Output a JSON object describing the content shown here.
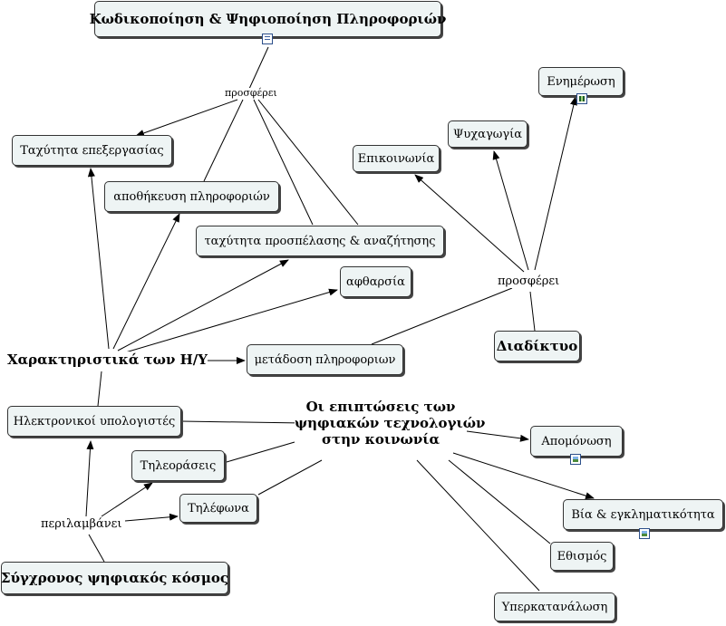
{
  "nodes": {
    "kodikopoiisi": "Κωδικοποίηση & Ψηφιοποίηση Πληροφοριών",
    "taxytita_epex": "Ταχύτητα επεξεργασίας",
    "apothikeysi": "αποθήκευση πληροφοριών",
    "taxytita_prosp": "ταχύτητα προσπέλασης & αναζήτησης",
    "aftharsia": "αφθαρσία",
    "charaktiristika": "Χαρακτηριστικά των Η/Υ",
    "metadosi": "μετάδοση πληροφοριων",
    "epikoinonia": "Επικοινωνία",
    "psychagogia": "Ψυχαγωγία",
    "enimerosi": "Ενημέρωση",
    "diadiktyo": "Διαδίκτυο",
    "ilektronikoi": "Ηλεκτρονικοί υπολογιστές",
    "epiptoseis_1": "Οι επιπτώσεις των",
    "epiptoseis_2": "ψηφιακών τεχνολογιών",
    "epiptoseis_3": "στην κοινωνία",
    "tileoraseis": "Τηλεοράσεις",
    "tilefona": "Τηλέφωνα",
    "apomonosi": "Απομόνωση",
    "via": "Βία & εγκληματικότητα",
    "ethismos": "Εθισμός",
    "yperkatanalosi": "Υπερκατανάλωση",
    "sygchronos": "Σύγχρονος ψηφιακός κόσμος"
  },
  "link_labels": {
    "prosferei_top": "προσφέρει",
    "prosferei_right": "προσφέρει",
    "periliamvanei": "περιλαμβάνει"
  },
  "icons": {
    "kodikopoiisi": "document-icon",
    "enimerosi": "film-icon",
    "apomonosi": "image-icon",
    "via": "image-icon"
  }
}
